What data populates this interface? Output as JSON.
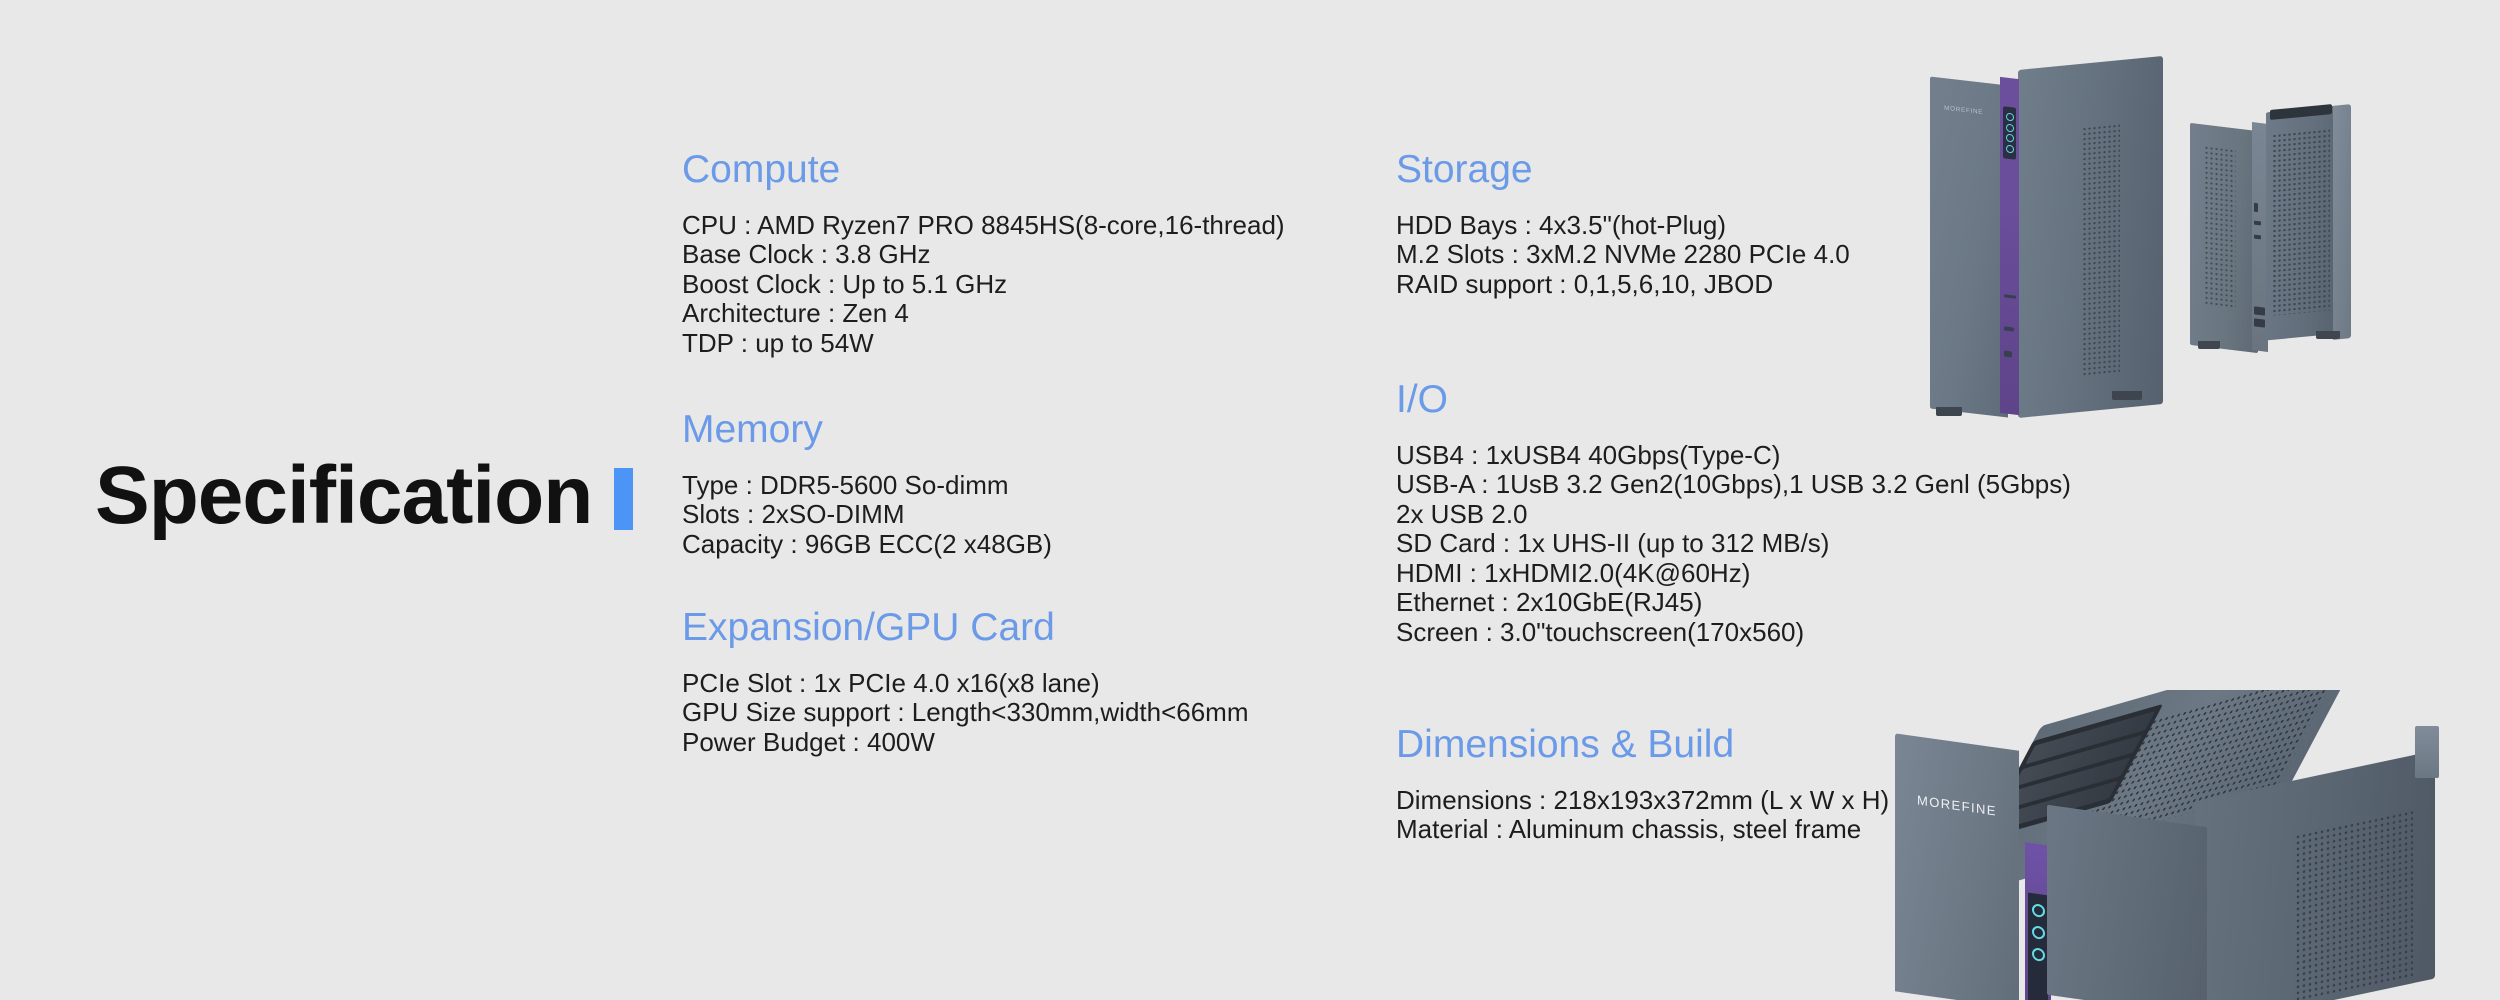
{
  "page": {
    "title": "Specification",
    "background_color": "#e8e8e8",
    "accent_color": "#4d94f7",
    "heading_color": "#6b9ae8",
    "body_color": "#1d1d1d",
    "brand": "MOREFINE"
  },
  "columns": {
    "left": [
      {
        "heading": "Compute",
        "lines": [
          "CPU : AMD Ryzen7 PRO 8845HS(8-core,16-thread)",
          "Base Clock : 3.8 GHz",
          "Boost Clock : Up to 5.1 GHz",
          "Architecture : Zen 4",
          "TDP : up to 54W"
        ]
      },
      {
        "heading": "Memory",
        "lines": [
          "Type : DDR5-5600 So-dimm",
          "Slots : 2xSO-DIMM",
          "Capacity : 96GB ECC(2 x48GB)"
        ]
      },
      {
        "heading": "Expansion/GPU Card",
        "lines": [
          "PCIe Slot : 1x PCIe 4.0 x16(x8 lane)",
          "GPU Size support : Length<330mm,width<66mm",
          "Power Budget : 400W"
        ]
      }
    ],
    "right": [
      {
        "heading": "Storage",
        "lines": [
          "HDD Bays : 4x3.5\"(hot-Plug)",
          "M.2 Slots : 3xM.2 NVMe 2280 PCIe 4.0",
          "RAID support : 0,1,5,6,10, JBOD"
        ]
      },
      {
        "heading": "I/O",
        "lines": [
          "USB4 : 1xUSB4 40Gbps(Type-C)",
          "USB-A : 1UsB 3.2 Gen2(10Gbps),1 USB 3.2 Genl (5Gbps)",
          "2x USB 2.0",
          "SD Card : 1x UHS-II (up to 312 MB/s)",
          "HDMI : 1xHDMI2.0(4K@60Hz)",
          "Ethernet : 2x10GbE(RJ45)",
          "Screen : 3.0\"touchscreen(170x560)"
        ]
      },
      {
        "heading": "Dimensions & Build",
        "lines": [
          "Dimensions : 218x193x372mm (L x W x H)",
          "Material : Aluminum chassis, steel frame"
        ]
      }
    ]
  }
}
